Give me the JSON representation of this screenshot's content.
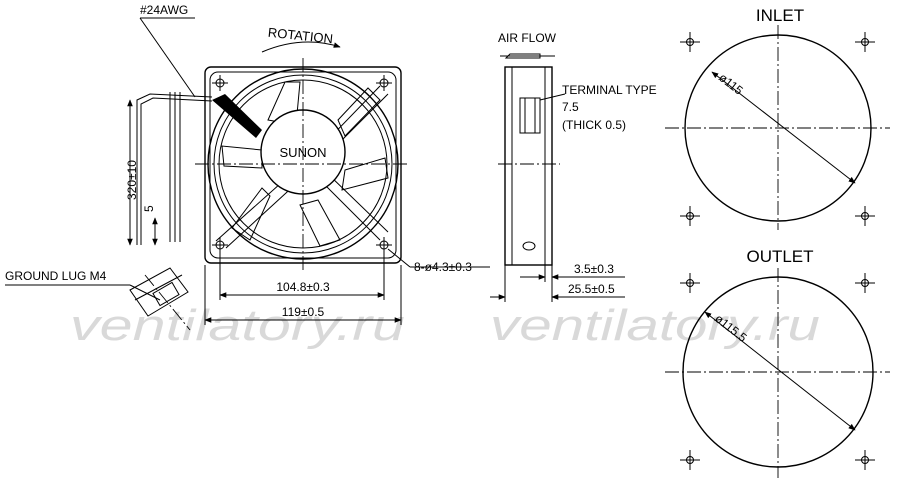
{
  "wire": {
    "gauge": "#24AWG",
    "length": "320±10",
    "strip": "5"
  },
  "rotation": "ROTATION",
  "brand": "SUNON",
  "ground_lug": "GROUND LUG M4",
  "dims": {
    "hole_pitch": "104.8±0.3",
    "frame": "119±0.5",
    "holes": "8-ø4.3±0.3"
  },
  "side": {
    "air_flow": "AIR FLOW",
    "terminal_type": "TERMINAL TYPE",
    "terminal_size": "7.5",
    "terminal_thick": "(THICK 0.5)",
    "flange": "3.5±0.3",
    "depth": "25.5±0.5"
  },
  "inlet": {
    "title": "INLET",
    "dia": "ø115"
  },
  "outlet": {
    "title": "OUTLET",
    "dia": "ø115.5"
  },
  "watermark": "ventilatory.ru"
}
